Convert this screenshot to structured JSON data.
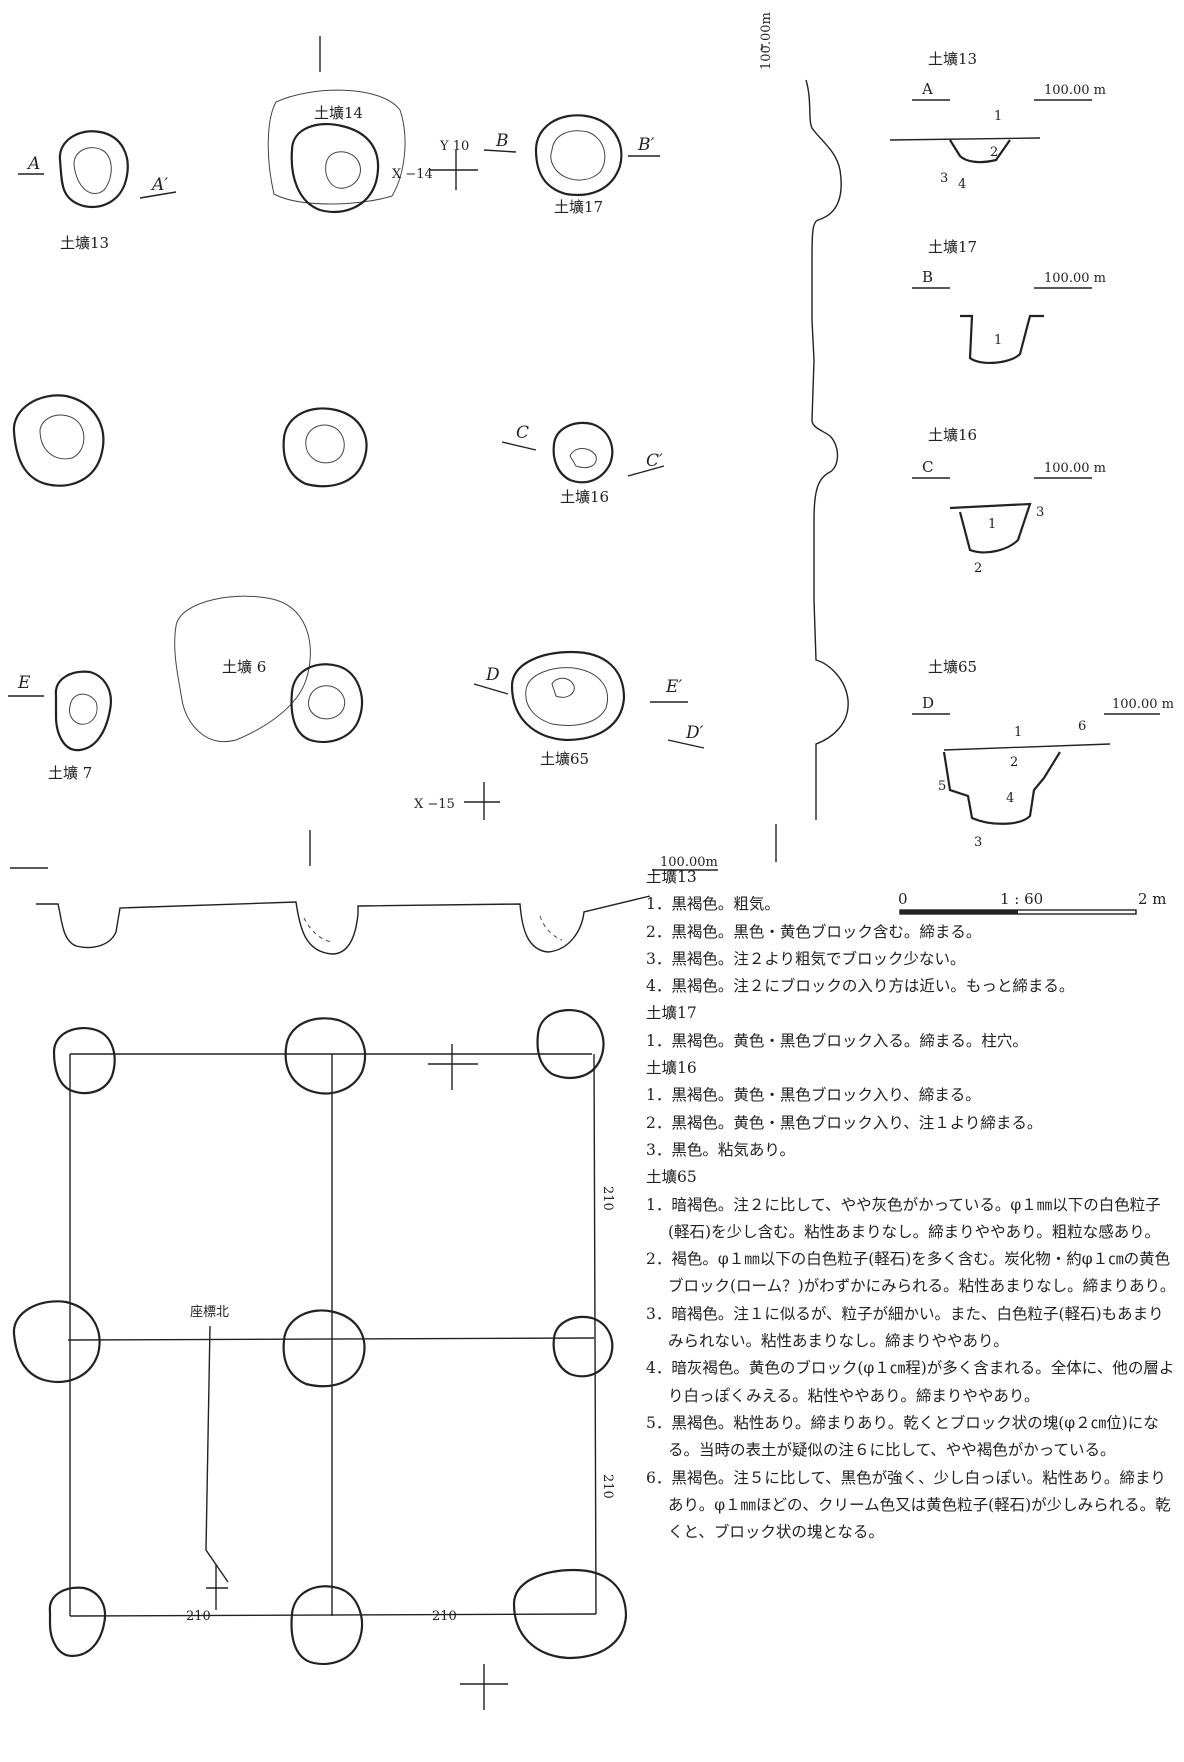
{
  "plan": {
    "labels": {
      "pit13": "土壙13",
      "pit14": "土壙14",
      "pit17": "土壙17",
      "pit16": "土壙16",
      "pit6": "土壙 6",
      "pit7": "土壙 7",
      "pit65": "土壙65"
    },
    "section_marks": [
      "A",
      "A′",
      "B",
      "B′",
      "C",
      "C′",
      "D",
      "D′",
      "E",
      "E′"
    ],
    "grid_marks": {
      "y10": "Y 10",
      "x14": "X −14",
      "x15": "X −15"
    },
    "elevation_plan": "100.00m",
    "elevation_vertical": "100.00m",
    "elevation_bottom": "100.00m"
  },
  "sections": {
    "pit13": {
      "title": "土壙13",
      "start": "A",
      "elev": "100.00 m",
      "layers": [
        "1",
        "2",
        "3",
        "4"
      ]
    },
    "pit17": {
      "title": "土壙17",
      "start": "B",
      "elev": "100.00 m",
      "layers": [
        "1"
      ]
    },
    "pit16": {
      "title": "土壙16",
      "start": "C",
      "elev": "100.00 m",
      "layers": [
        "1",
        "2",
        "3"
      ]
    },
    "pit65": {
      "title": "土壙65",
      "start": "D",
      "elev": "100.00 m",
      "layers": [
        "1",
        "2",
        "3",
        "4",
        "5",
        "6"
      ]
    }
  },
  "scale_bar": {
    "start": "0",
    "ratio": "1 : 60",
    "end": "2 m"
  },
  "bottom_plan": {
    "north_label": "座標北",
    "spacings": [
      "210",
      "210",
      "210",
      "210"
    ]
  },
  "notes": [
    {
      "pit": "土壙13",
      "items": [
        "1．黒褐色。粗気。",
        "2．黒褐色。黒色・黄色ブロック含む。締まる。",
        "3．黒褐色。注２より粗気でブロック少ない。",
        "4．黒褐色。注２にブロックの入り方は近い。もっと締まる。"
      ]
    },
    {
      "pit": "土壙17",
      "items": [
        "1．黒褐色。黄色・黒色ブロック入る。締まる。柱穴。"
      ]
    },
    {
      "pit": "土壙16",
      "items": [
        "1．黒褐色。黄色・黒色ブロック入り、締まる。",
        "2．黒褐色。黄色・黒色ブロック入り、注１より締まる。",
        "3．黒色。粘気あり。"
      ]
    },
    {
      "pit": "土壙65",
      "items": [
        "1．暗褐色。注２に比して、やや灰色がかっている。φ１㎜以下の白色粒子(軽石)を少し含む。粘性あまりなし。締まりややあり。粗粒な感あり。",
        "2．褐色。φ１㎜以下の白色粒子(軽石)を多く含む。炭化物・約φ１㎝の黄色ブロック(ローム？)がわずかにみられる。粘性あまりなし。締まりあり。",
        "3．暗褐色。注１に似るが、粒子が細かい。また、白色粒子(軽石)もあまりみられない。粘性あまりなし。締まりややあり。",
        "4．暗灰褐色。黄色のブロック(φ１㎝程)が多く含まれる。全体に、他の層より白っぽくみえる。粘性ややあり。締まりややあり。",
        "5．黒褐色。粘性あり。締まりあり。乾くとブロック状の塊(φ２㎝位)になる。当時の表土が疑似の注６に比して、やや褐色がかっている。",
        "6．黒褐色。注５に比して、黒色が強く、少し白っぽい。粘性あり。締まりあり。φ１㎜ほどの、クリーム色又は黄色粒子(軽石)が少しみられる。乾くと、ブロック状の塊となる。"
      ]
    }
  ]
}
